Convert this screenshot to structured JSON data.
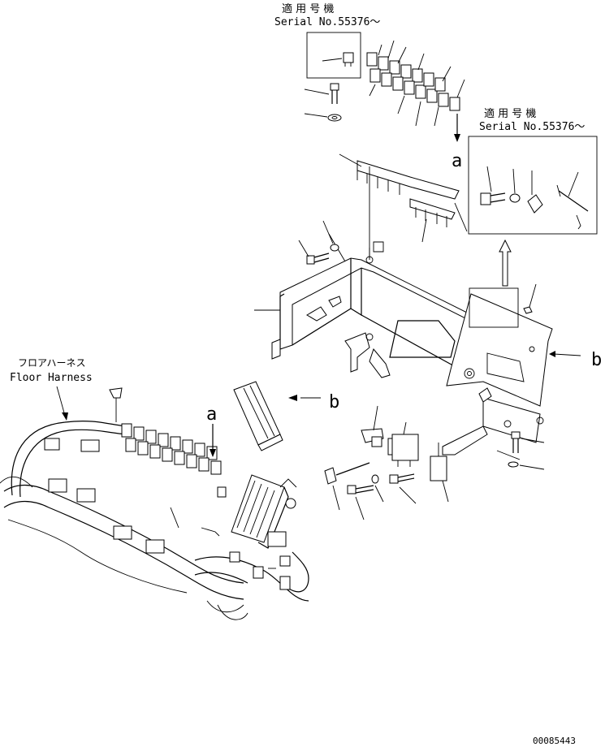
{
  "serial_callout_top": {
    "jp": "適 用 号 機",
    "en": "Serial No.55376～"
  },
  "serial_callout_right": {
    "jp": "適 用 号 機",
    "en": "Serial No.55376～"
  },
  "floor_harness": {
    "jp": "フロアハーネス",
    "en": "Floor Harness"
  },
  "ref_a_right": "a",
  "ref_a_left": "a",
  "ref_b_right": "b",
  "ref_b_center": "b",
  "drawing_number": "00085443"
}
